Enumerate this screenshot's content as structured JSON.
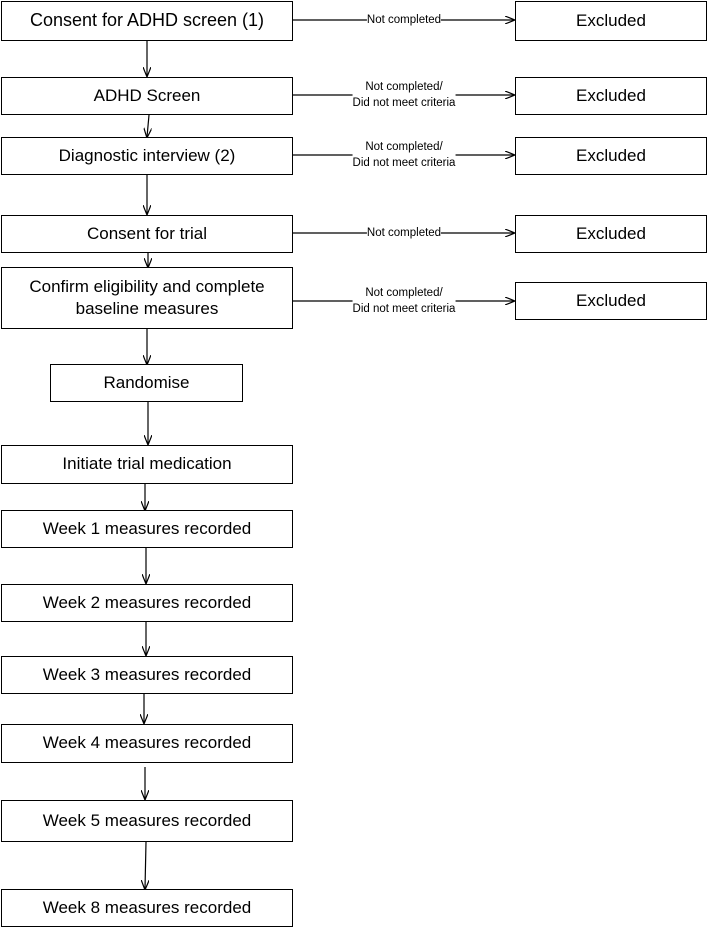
{
  "steps": [
    "Consent for ADHD screen (1)",
    "ADHD Screen",
    "Diagnostic interview (2)",
    "Consent for trial",
    "Confirm eligibility and complete baseline measures",
    "Randomise",
    "Initiate trial medication",
    "Week 1 measures recorded",
    "Week 2 measures recorded",
    "Week 3 measures recorded",
    "Week 4 measures recorded",
    "Week 5 measures recorded",
    "Week 8 measures recorded"
  ],
  "exits": [
    {
      "reason": "Not completed",
      "outcome": "Excluded"
    },
    {
      "reason": "Not completed/\nDid not meet criteria",
      "outcome": "Excluded"
    },
    {
      "reason": "Not completed/\nDid not meet criteria",
      "outcome": "Excluded"
    },
    {
      "reason": "Not completed",
      "outcome": "Excluded"
    },
    {
      "reason": "Not completed/\nDid not meet criteria",
      "outcome": "Excluded"
    }
  ]
}
